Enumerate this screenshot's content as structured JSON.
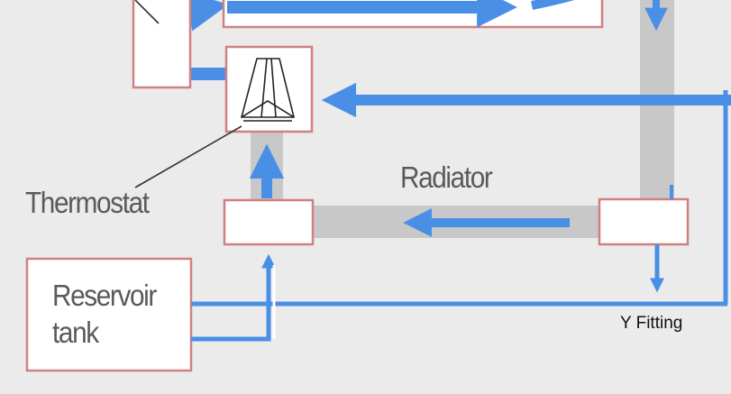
{
  "labels": {
    "thermostat": "Thermostat",
    "radiator": "Radiator",
    "reservoir_line1": "Reservoir",
    "reservoir_line2": "tank",
    "y_fitting": "Y Fitting"
  },
  "colors": {
    "background": "#ebebeb",
    "pipe_blue": "#4a8fe6",
    "box_border": "#d08080",
    "box_fill": "#ffffff",
    "radiator_gray": "#c8c8c8",
    "label_gray": "#5a5a5a",
    "thermostat_line": "#222222"
  }
}
